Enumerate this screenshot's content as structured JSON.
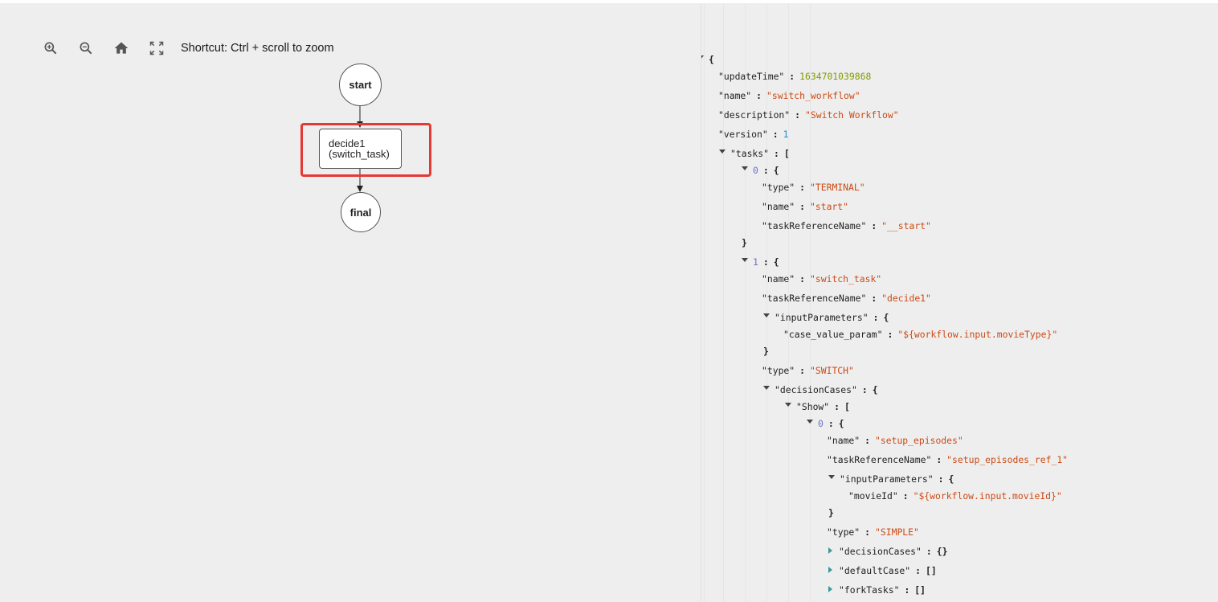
{
  "toolbar": {
    "zoom_in_icon": "zoom-in-icon",
    "zoom_out_icon": "zoom-out-icon",
    "home_icon": "home-icon",
    "fullscreen_icon": "fullscreen-icon",
    "hint": "Shortcut: Ctrl + scroll to zoom"
  },
  "graph": {
    "start_label": "start",
    "task_line1": "decide1",
    "task_line2": "(switch_task)",
    "final_label": "final",
    "selection_color": "#e53935"
  },
  "json": {
    "root_open": "{",
    "updateTime_key": "\"updateTime\"",
    "updateTime_val": "1634701039868",
    "name_key": "\"name\"",
    "name_val": "\"switch_workflow\"",
    "description_key": "\"description\"",
    "description_val": "\"Switch Workflow\"",
    "version_key": "\"version\"",
    "version_val": "1",
    "tasks_key": "\"tasks\"",
    "open_bracket": "[",
    "open_brace": "{",
    "close_brace": "}",
    "t0_index": "0",
    "t0_type_key": "\"type\"",
    "t0_type_val": "\"TERMINAL\"",
    "t0_name_key": "\"name\"",
    "t0_name_val": "\"start\"",
    "t0_ref_key": "\"taskReferenceName\"",
    "t0_ref_val": "\"__start\"",
    "t1_index": "1",
    "t1_name_key": "\"name\"",
    "t1_name_val": "\"switch_task\"",
    "t1_ref_key": "\"taskReferenceName\"",
    "t1_ref_val": "\"decide1\"",
    "t1_input_key": "\"inputParameters\"",
    "t1_case_key": "\"case_value_param\"",
    "t1_case_val": "\"${workflow.input.movieType}\"",
    "t1_type_key": "\"type\"",
    "t1_type_val": "\"SWITCH\"",
    "t1_dc_key": "\"decisionCases\"",
    "show_key": "\"Show\"",
    "s0_index": "0",
    "s0_name_key": "\"name\"",
    "s0_name_val": "\"setup_episodes\"",
    "s0_ref_key": "\"taskReferenceName\"",
    "s0_ref_val": "\"setup_episodes_ref_1\"",
    "s0_input_key": "\"inputParameters\"",
    "s0_movie_key": "\"movieId\"",
    "s0_movie_val": "\"${workflow.input.movieId}\"",
    "s0_type_key": "\"type\"",
    "s0_type_val": "\"SIMPLE\"",
    "s0_dc_key": "\"decisionCases\"",
    "s0_dc_val": "{}",
    "s0_default_key": "\"defaultCase\"",
    "s0_default_val": "[]",
    "s0_fork_key": "\"forkTasks\"",
    "s0_fork_val": "[]",
    "colon": ":"
  }
}
